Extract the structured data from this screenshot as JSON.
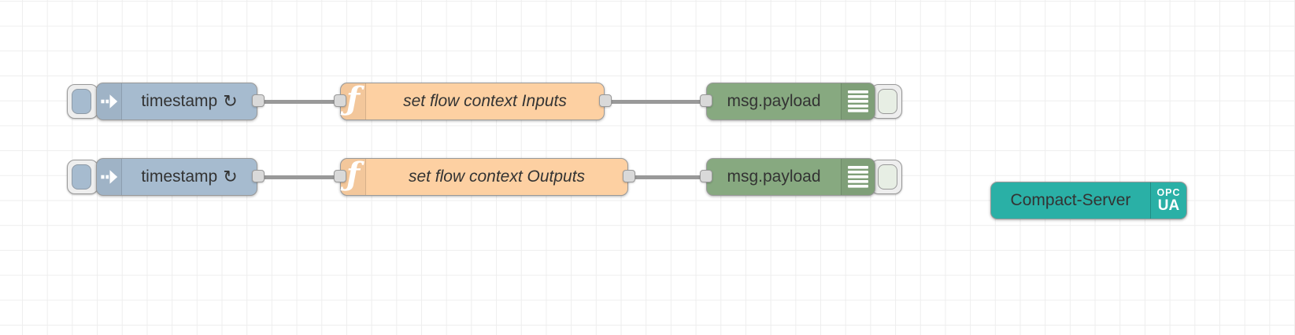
{
  "colors": {
    "inject_node": "#a6bbcf",
    "function_node": "#fdd0a2",
    "debug_node": "#87a980",
    "opcua_server_node": "#2ab0a6",
    "wire": "#999999",
    "port_fill": "#d9d9d9",
    "node_border": "#999999",
    "label_text": "#333333",
    "grid_line": "#eeeeee",
    "canvas_bg": "#ffffff"
  },
  "rows": [
    {
      "inject": {
        "label": "timestamp",
        "repeat_indicator": "↻"
      },
      "function": {
        "label": "set flow context Inputs",
        "icon_glyph": "ƒ"
      },
      "debug": {
        "label": "msg.payload"
      }
    },
    {
      "inject": {
        "label": "timestamp",
        "repeat_indicator": "↻"
      },
      "function": {
        "label": "set flow context Outputs",
        "icon_glyph": "ƒ"
      },
      "debug": {
        "label": "msg.payload"
      }
    }
  ],
  "server": {
    "label": "Compact-Server",
    "badge_line1": "OPC",
    "badge_line2": "UA"
  }
}
